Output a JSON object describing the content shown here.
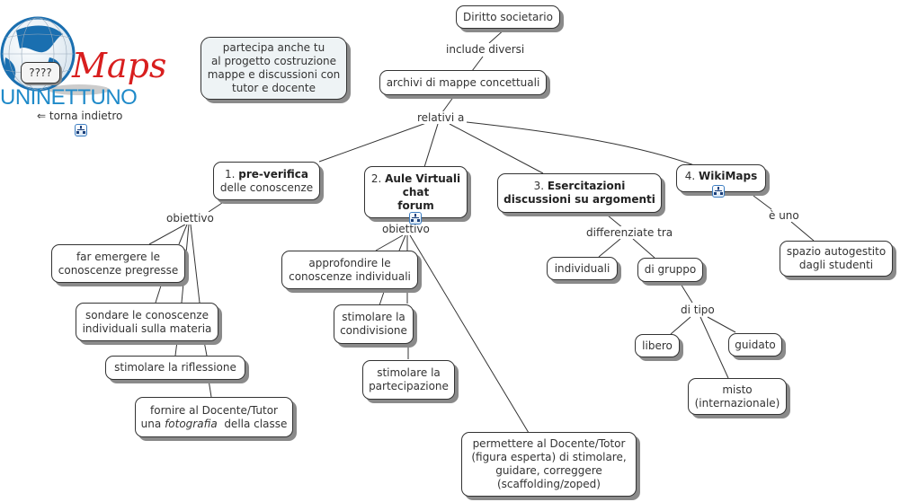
{
  "logo": {
    "brand": "UNINETTUNO",
    "maps_word": "Maps",
    "bubble": "????",
    "back_link": "⇐ torna indietro",
    "colors": {
      "brand_blue": "#1f8ac9",
      "maps_red": "#d81e1e",
      "globe_blue": "#1a6fb0"
    }
  },
  "info_box": {
    "lines": [
      "partecipa anche tu",
      "al progetto costruzione",
      "mappe e discussioni con",
      "tutor e docente"
    ]
  },
  "nodes": {
    "diritto": "Diritto societario",
    "archivi": "archivi di mappe concettuali",
    "n1": {
      "num": "1.",
      "bold": "pre-verifica",
      "rest": "delle conoscenze"
    },
    "n2": {
      "num": "2.",
      "bold_lines": [
        "Aule Virtuali",
        "chat",
        "forum"
      ]
    },
    "n3": {
      "num": "3.",
      "bold1": "Esercitazioni",
      "bold2": "discussioni su argomenti"
    },
    "n4": {
      "num": "4.",
      "bold": "WikiMaps"
    },
    "far_emergere": [
      "far emergere le",
      "conoscenze pregresse"
    ],
    "sondare": [
      "sondare le conoscenze",
      "individuali sulla materia"
    ],
    "stimolare_riflessione": "stimolare la riflessione",
    "fornire": {
      "line1": "fornire al Docente/Tutor",
      "pre": "una ",
      "ital": "fotografia",
      "post": "  della classe"
    },
    "approfondire": [
      "approfondire le",
      "conoscenze individuali"
    ],
    "condivisione": [
      "stimolare la",
      "condivisione"
    ],
    "partecipazione": [
      "stimolare la",
      "partecipazione"
    ],
    "permettere": [
      "permettere al Docente/Totor",
      "(figura esperta) di stimolare,",
      "guidare, correggere",
      "(scaffolding/zoped)"
    ],
    "individuali": "individuali",
    "di_gruppo": "di gruppo",
    "libero": "libero",
    "guidato": "guidato",
    "misto": [
      "misto",
      "(internazionale)"
    ],
    "spazio": [
      "spazio autogestito",
      "dagli studenti"
    ]
  },
  "links": {
    "include_diversi": "include diversi",
    "relativi_a": "relativi a",
    "obiettivo1": "obiettivo",
    "obiettivo2": "obiettivo",
    "differenziate_tra": "differenziate tra",
    "di_tipo": "di tipo",
    "e_uno": "è uno"
  }
}
